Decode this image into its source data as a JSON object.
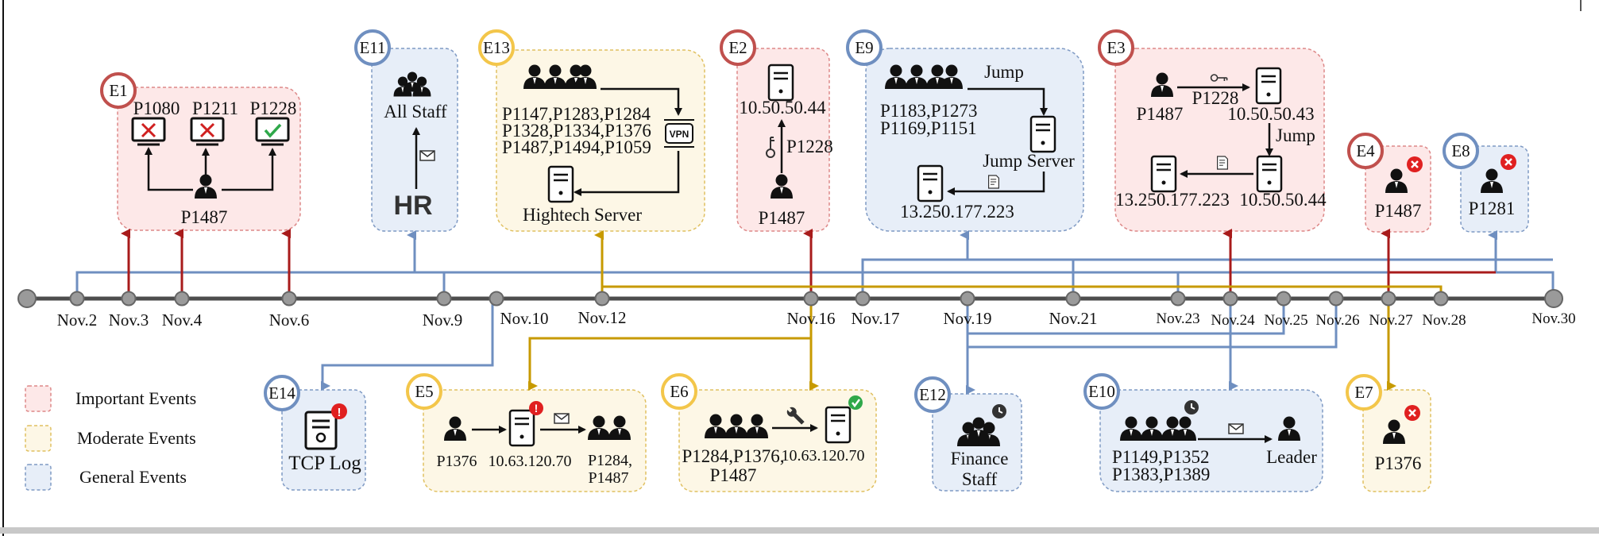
{
  "colors": {
    "important_fill": "#fde8e8",
    "important_border": "#d88",
    "important_line": "#a81b1b",
    "important_badge": "#c0504d",
    "moderate_fill": "#fdf7e6",
    "moderate_border": "#e0c060",
    "moderate_line": "#c79a00",
    "moderate_badge": "#f3c64a",
    "general_fill": "#e7eef8",
    "general_border": "#7f9ac4",
    "general_line": "#6f8fc0",
    "general_badge": "#6f8fc0",
    "timeline": "#4d4d4d",
    "node": "#9a9a9a"
  },
  "timeline": {
    "dates": [
      "Nov.2",
      "Nov.3",
      "Nov.4",
      "Nov.6",
      "Nov.9",
      "Nov.10",
      "Nov.12",
      "Nov.16",
      "Nov.17",
      "Nov.19",
      "Nov.21",
      "Nov.23",
      "Nov.24",
      "Nov.25",
      "Nov.26",
      "Nov.27",
      "Nov.28",
      "Nov.30"
    ]
  },
  "legend": {
    "important": "Important Events",
    "moderate": "Moderate Events",
    "general": "General Events"
  },
  "events": {
    "e1": {
      "badge": "E1",
      "left_label": "P1080",
      "mid_label": "P1211",
      "right_label": "P1228",
      "user": "P1487"
    },
    "e11": {
      "badge": "E11",
      "group": "All Staff",
      "dept": "HR"
    },
    "e13": {
      "badge": "E13",
      "line1": "P1147,P1283,P1284",
      "line2": "P1328,P1334,P1376",
      "line3": "P1487,P1494,P1059",
      "server": "Hightech Server",
      "vpn": "VPN"
    },
    "e2": {
      "badge": "E2",
      "ip": "10.50.50.44",
      "key_user": "P1228",
      "user": "P1487"
    },
    "e9": {
      "badge": "E9",
      "jump": "Jump",
      "line1": "P1183,P1273",
      "line2": "P1169,P1151",
      "jump_server": "Jump Server",
      "ip": "13.250.177.223"
    },
    "e3": {
      "badge": "E3",
      "user": "P1487",
      "key_user": "P1228",
      "ip1": "10.50.50.43",
      "jump": "Jump",
      "ip2": "13.250.177.223",
      "ip3": "10.50.50.44"
    },
    "e4": {
      "badge": "E4",
      "user": "P1487"
    },
    "e8": {
      "badge": "E8",
      "user": "P1281"
    },
    "e14": {
      "badge": "E14",
      "label": "TCP Log"
    },
    "e5": {
      "badge": "E5",
      "user": "P1376",
      "ip": "10.63.120.70",
      "to1": "P1284,",
      "to2": "P1487"
    },
    "e6": {
      "badge": "E6",
      "line1": "P1284,P1376,",
      "line2": "P1487",
      "ip": "10.63.120.70"
    },
    "e12": {
      "badge": "E12",
      "line1": "Finance",
      "line2": "Staff"
    },
    "e10": {
      "badge": "E10",
      "line1": "P1149,P1352",
      "line2": "P1383,P1389",
      "leader": "Leader"
    },
    "e7": {
      "badge": "E7",
      "user": "P1376"
    }
  }
}
